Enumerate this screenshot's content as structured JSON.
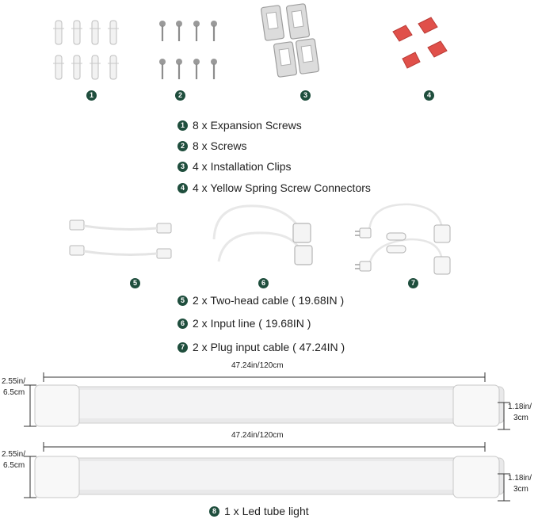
{
  "accessory_badges": [
    "1",
    "2",
    "3",
    "4",
    "5",
    "6",
    "7",
    "8"
  ],
  "hardware_list": [
    {
      "num": "1",
      "text": "8 x Expansion Screws"
    },
    {
      "num": "2",
      "text": "8 x Screws"
    },
    {
      "num": "3",
      "text": "4 x Installation Clips"
    },
    {
      "num": "4",
      "text": "4 x Yellow Spring Screw Connectors"
    }
  ],
  "cable_list": [
    {
      "num": "5",
      "text": "2 x Two-head cable ( 19.68IN )"
    },
    {
      "num": "6",
      "text": "2 x Input line ( 19.68IN )"
    },
    {
      "num": "7",
      "text": "2 x Plug input cable ( 47.24IN )"
    }
  ],
  "light_list": {
    "num": "8",
    "text": "1 x  Led tube light"
  },
  "dimensions": {
    "length": "47.24in/120cm",
    "width_in": "2.55in/",
    "width_cm": "6.5cm",
    "height_in": "1.18in/",
    "height_cm": "3cm"
  },
  "colors": {
    "badge": "#1f4e3d",
    "connector": "#e0504a",
    "tube_body": "#ececec",
    "tube_cap": "#f8f8f8"
  }
}
